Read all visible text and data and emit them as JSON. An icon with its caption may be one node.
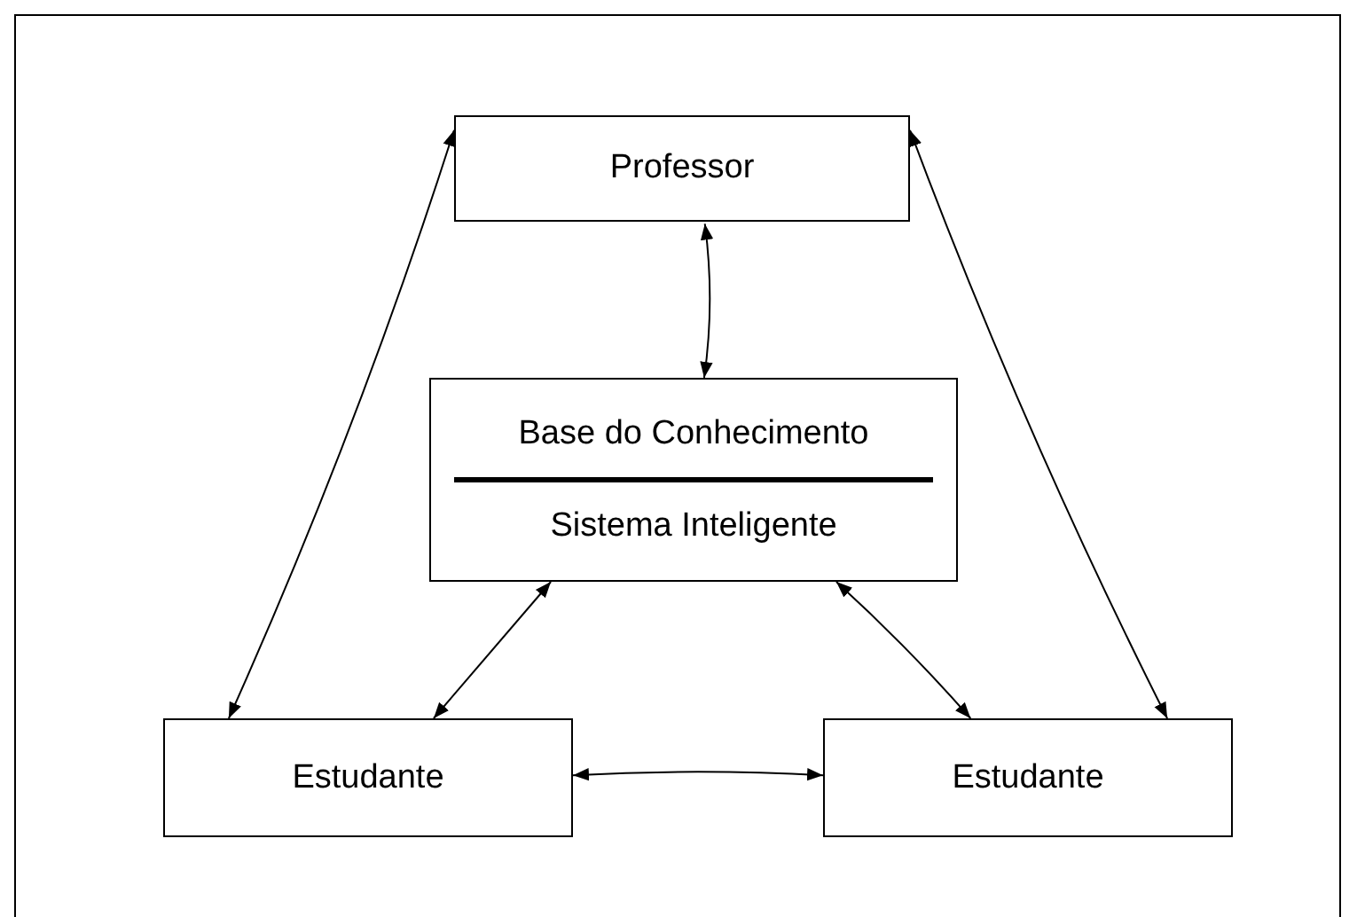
{
  "diagram": {
    "nodes": [
      {
        "text": [
          "Professor"
        ]
      },
      {
        "text": [
          "Base do Conhecimento",
          "Sistema Inteligente"
        ]
      },
      {
        "text": [
          "Estudante"
        ]
      },
      {
        "text": [
          "Estudante"
        ]
      }
    ],
    "edges": [
      {
        "from": 0,
        "to": 2,
        "arrow": "both"
      },
      {
        "from": 0,
        "to": 3,
        "arrow": "both"
      },
      {
        "from": 0,
        "to": 1,
        "arrow": "both"
      },
      {
        "from": 1,
        "to": 2,
        "arrow": "both"
      },
      {
        "from": 1,
        "to": 3,
        "arrow": "both"
      },
      {
        "from": 2,
        "to": 3,
        "arrow": "both"
      }
    ]
  }
}
